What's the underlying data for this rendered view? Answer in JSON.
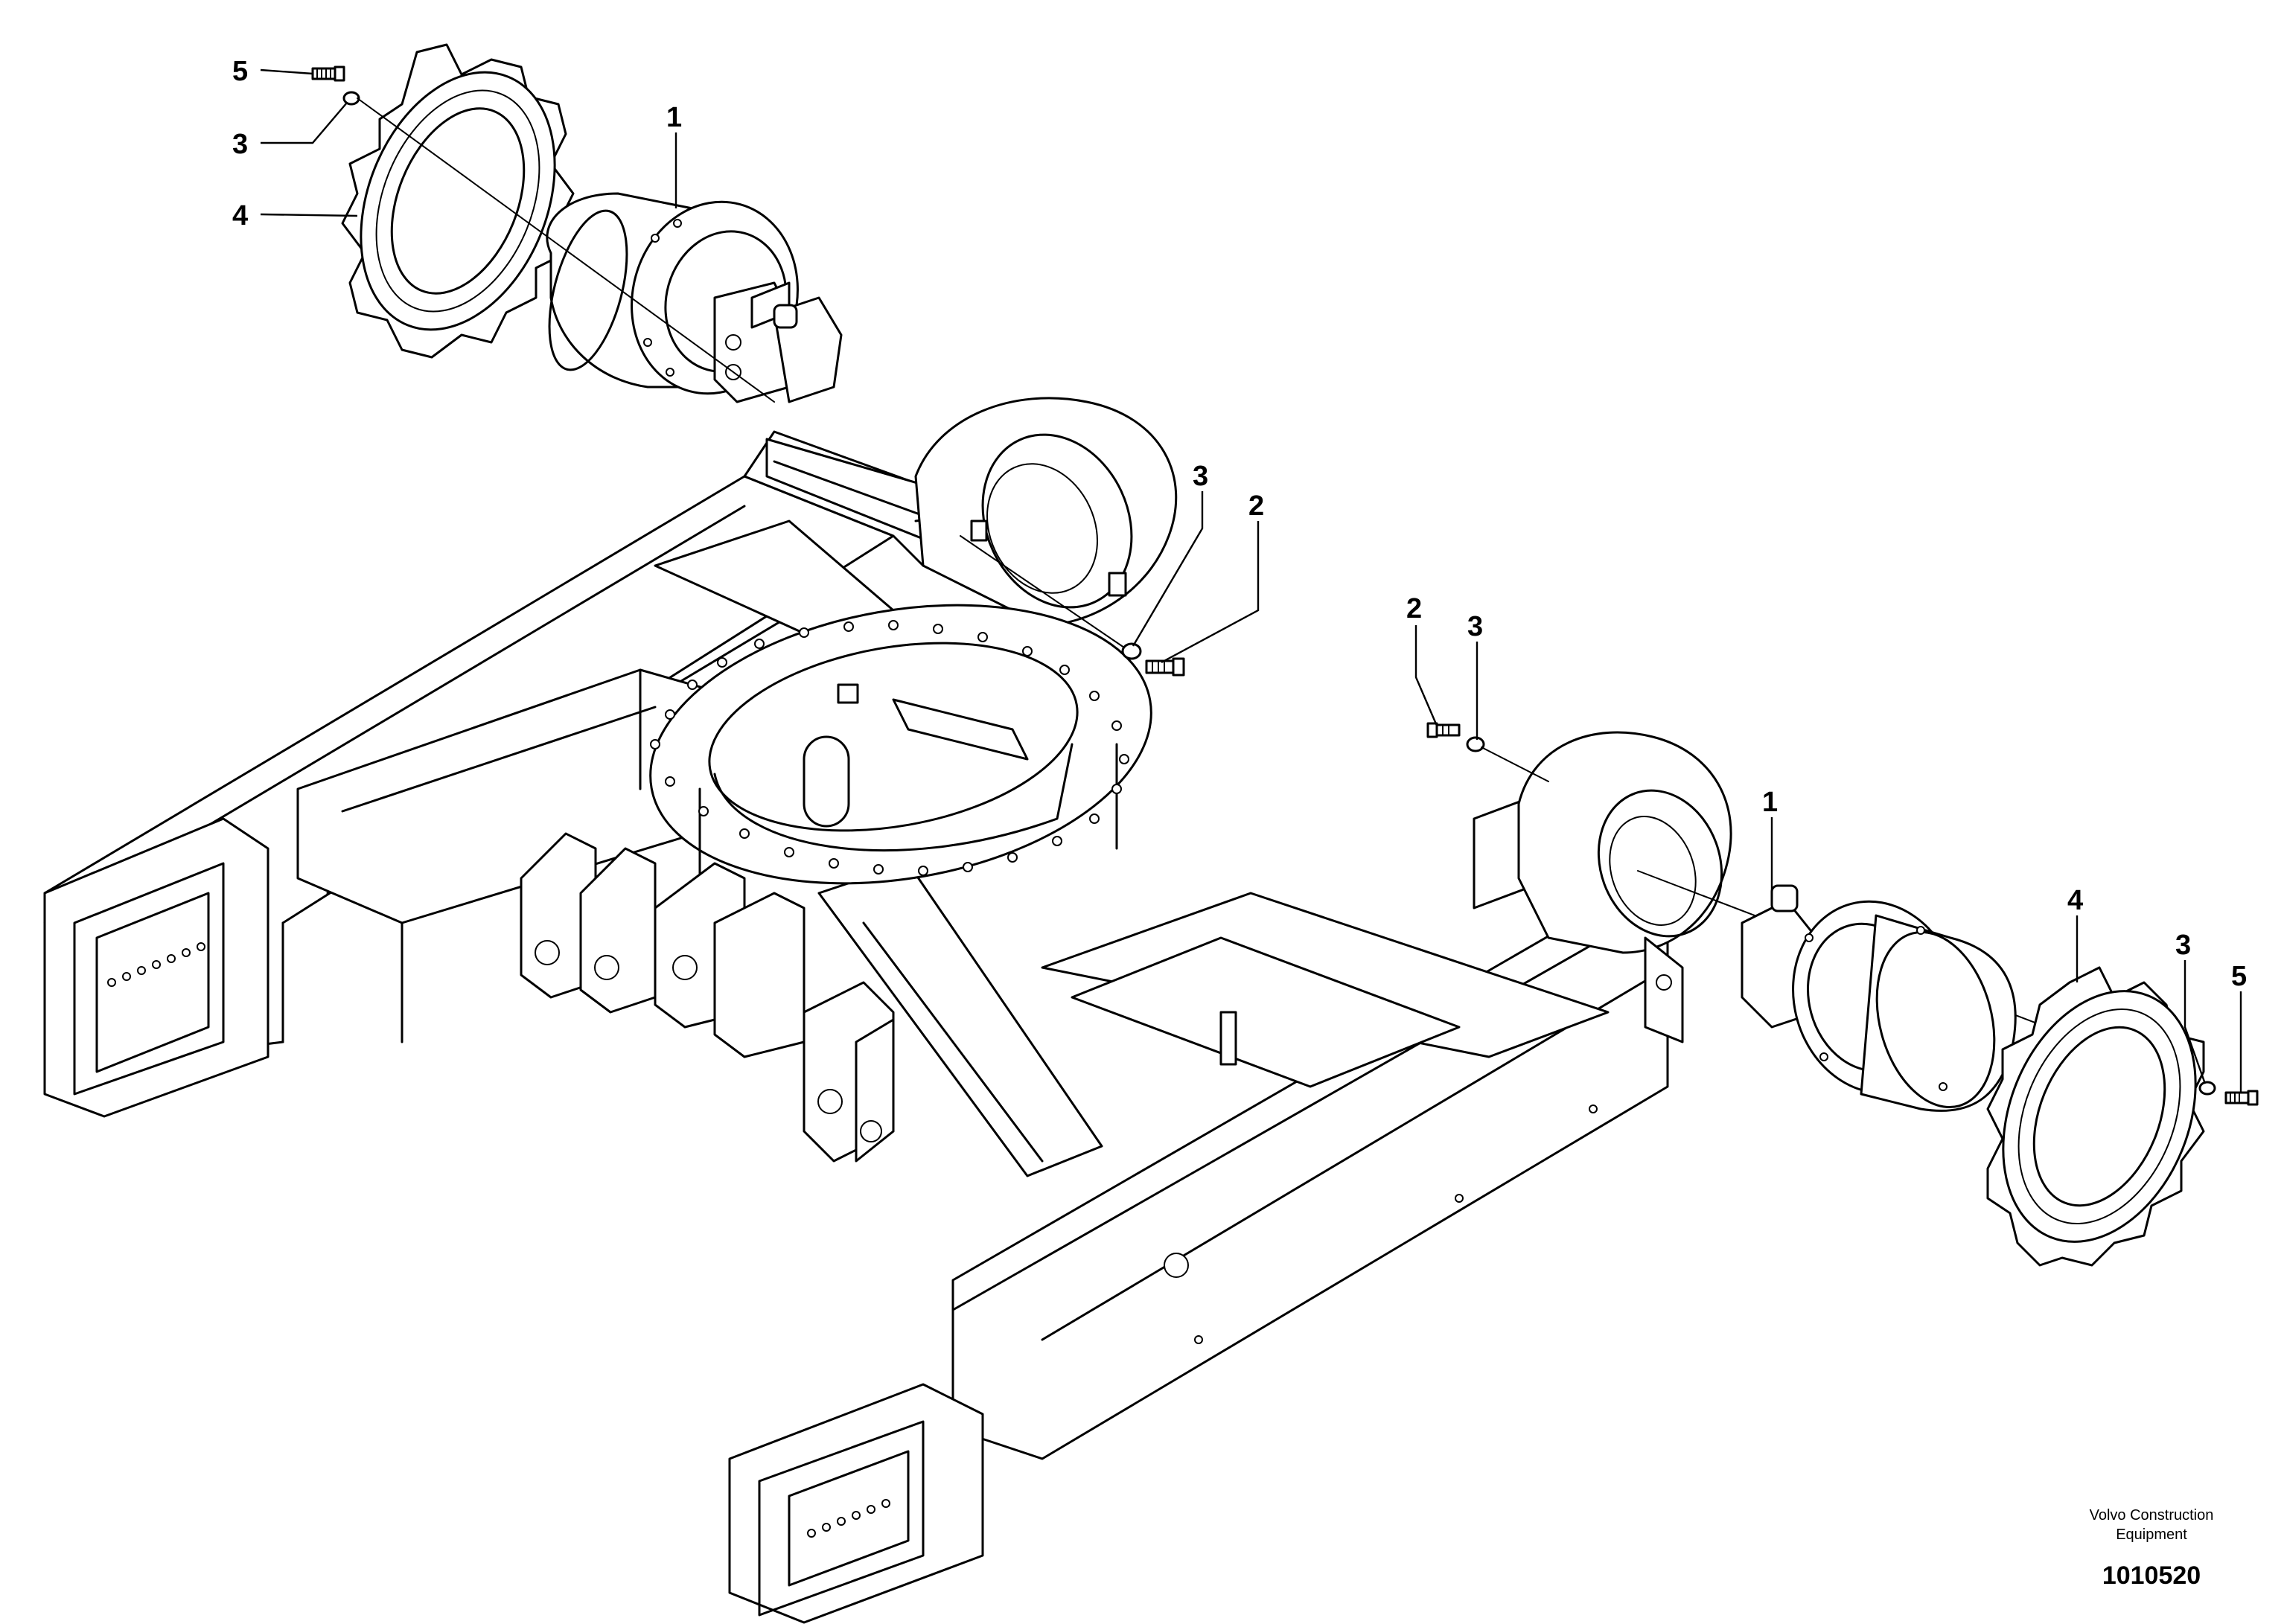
{
  "diagram": {
    "callouts": {
      "top_left_5": "5",
      "top_left_3": "3",
      "top_left_4": "4",
      "top_left_1": "1",
      "center_3": "3",
      "center_2": "2",
      "right_2": "2",
      "right_3": "3",
      "right_1": "1",
      "right_4": "4",
      "right_3b": "3",
      "right_5": "5"
    },
    "footer": {
      "brand_line1": "Volvo Construction",
      "brand_line2": "Equipment",
      "drawing_number": "1010520"
    }
  }
}
